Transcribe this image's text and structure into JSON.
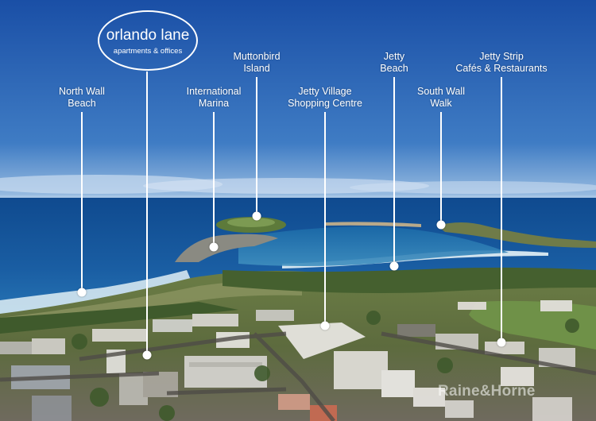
{
  "branding": {
    "title": "orlando lane",
    "subtitle": "apartments & offices"
  },
  "labels": {
    "north_wall": {
      "line1": "North Wall",
      "line2": "Beach"
    },
    "international_marina": {
      "line1": "International",
      "line2": "Marina"
    },
    "muttonbird_island": {
      "line1": "Muttonbird",
      "line2": "Island"
    },
    "jetty_village": {
      "line1": "Jetty Village",
      "line2": "Shopping Centre"
    },
    "jetty_beach": {
      "line1": "Jetty",
      "line2": "Beach"
    },
    "south_wall": {
      "line1": "South Wall",
      "line2": "Walk"
    },
    "jetty_strip": {
      "line1": "Jetty Strip",
      "line2": "Cafés & Restaurants"
    }
  },
  "watermark": "Raine&Horne",
  "colors": {
    "sky_top": "#1a4fa6",
    "sky_horizon": "#8fb6df",
    "ocean": "#1a5ea3",
    "surf": "#d9ecf3",
    "land": "#5e7a3e",
    "label": "#ffffff"
  }
}
